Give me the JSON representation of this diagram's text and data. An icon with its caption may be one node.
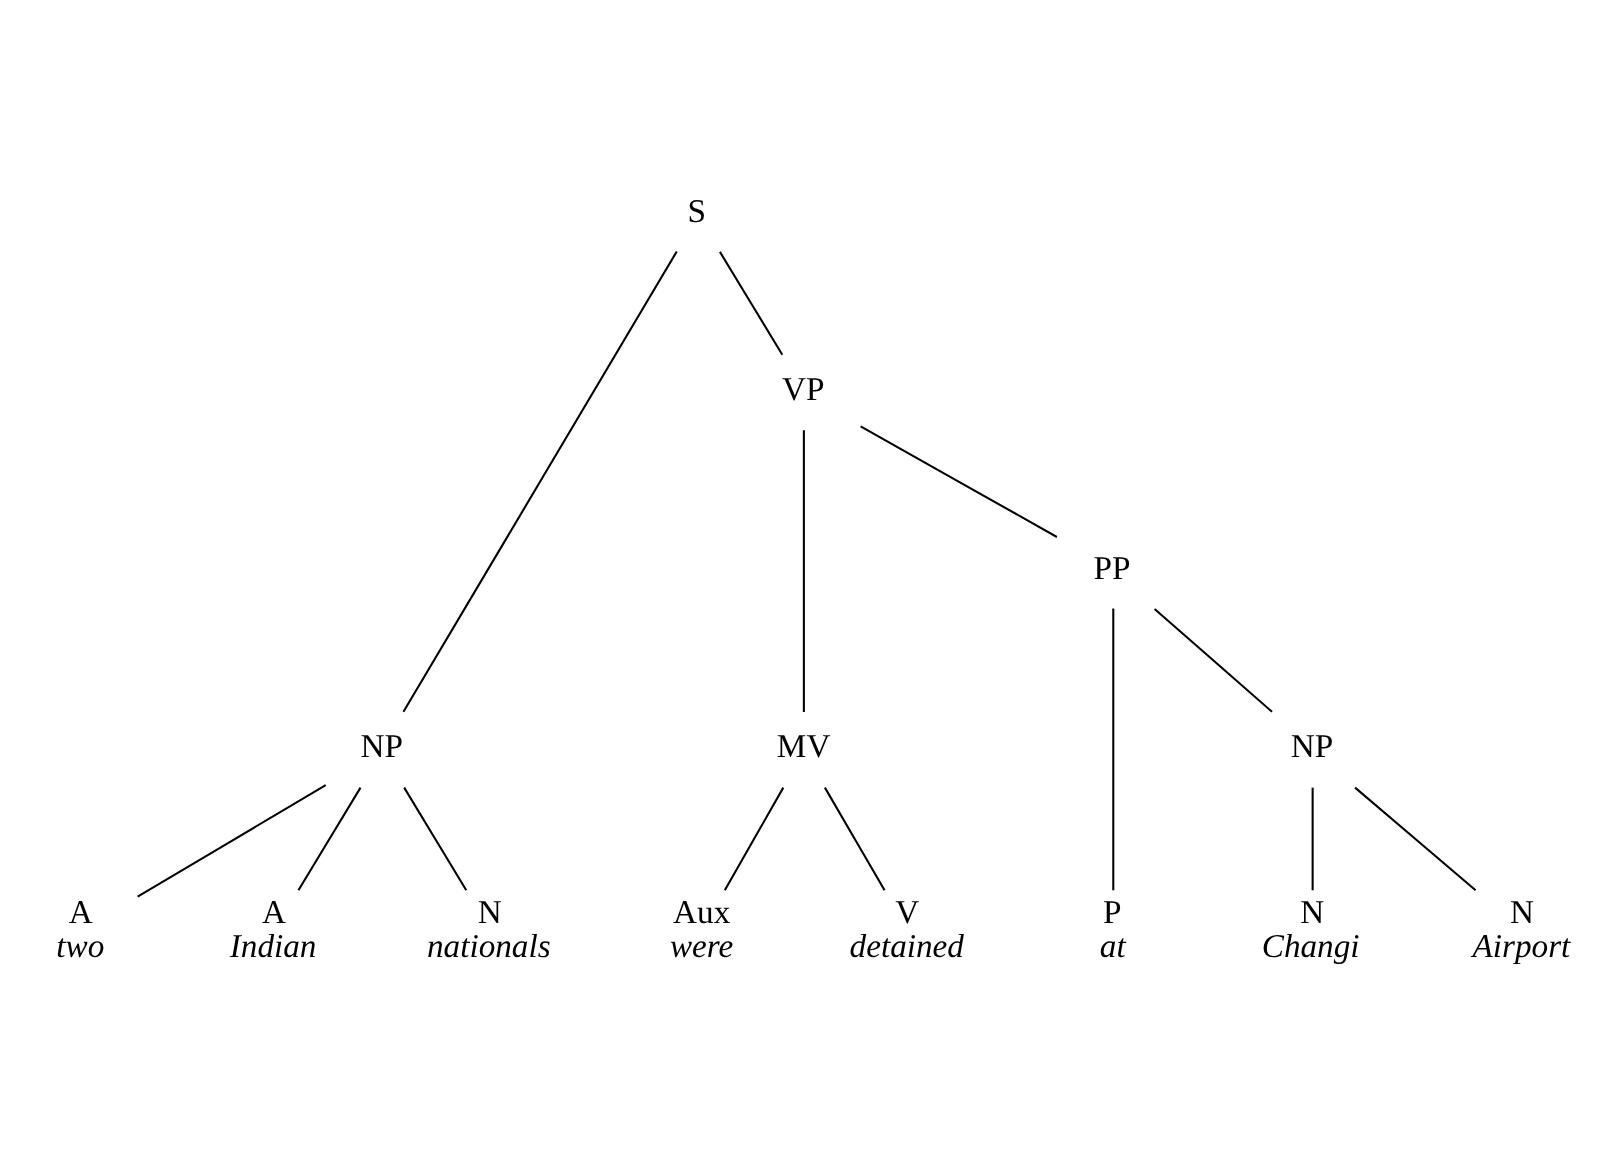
{
  "diagram": {
    "nodes": [
      {
        "text": [
          "S"
        ]
      },
      {
        "text": [
          "NP"
        ]
      },
      {
        "text": [
          "VP"
        ]
      },
      {
        "text": [
          "A",
          "two"
        ]
      },
      {
        "text": [
          "A",
          "Indian"
        ]
      },
      {
        "text": [
          "N",
          "nationals"
        ]
      },
      {
        "text": [
          "MV"
        ]
      },
      {
        "text": [
          "PP"
        ]
      },
      {
        "text": [
          "Aux",
          "were"
        ]
      },
      {
        "text": [
          "V",
          "detained"
        ]
      },
      {
        "text": [
          "P",
          "at"
        ]
      },
      {
        "text": [
          "NP"
        ]
      },
      {
        "text": [
          "N",
          "Changi"
        ]
      },
      {
        "text": [
          "N",
          "Airport"
        ]
      }
    ],
    "edges": [
      {
        "from": 0,
        "to": 1,
        "arrow": "none"
      },
      {
        "from": 0,
        "to": 2,
        "arrow": "none"
      },
      {
        "from": 1,
        "to": 3,
        "arrow": "none"
      },
      {
        "from": 1,
        "to": 4,
        "arrow": "none"
      },
      {
        "from": 1,
        "to": 5,
        "arrow": "none"
      },
      {
        "from": 2,
        "to": 6,
        "arrow": "none"
      },
      {
        "from": 2,
        "to": 7,
        "arrow": "none"
      },
      {
        "from": 6,
        "to": 8,
        "arrow": "none"
      },
      {
        "from": 6,
        "to": 9,
        "arrow": "none"
      },
      {
        "from": 7,
        "to": 10,
        "arrow": "none"
      },
      {
        "from": 7,
        "to": 11,
        "arrow": "none"
      },
      {
        "from": 11,
        "to": 12,
        "arrow": "none"
      },
      {
        "from": 11,
        "to": 13,
        "arrow": "none"
      }
    ]
  }
}
